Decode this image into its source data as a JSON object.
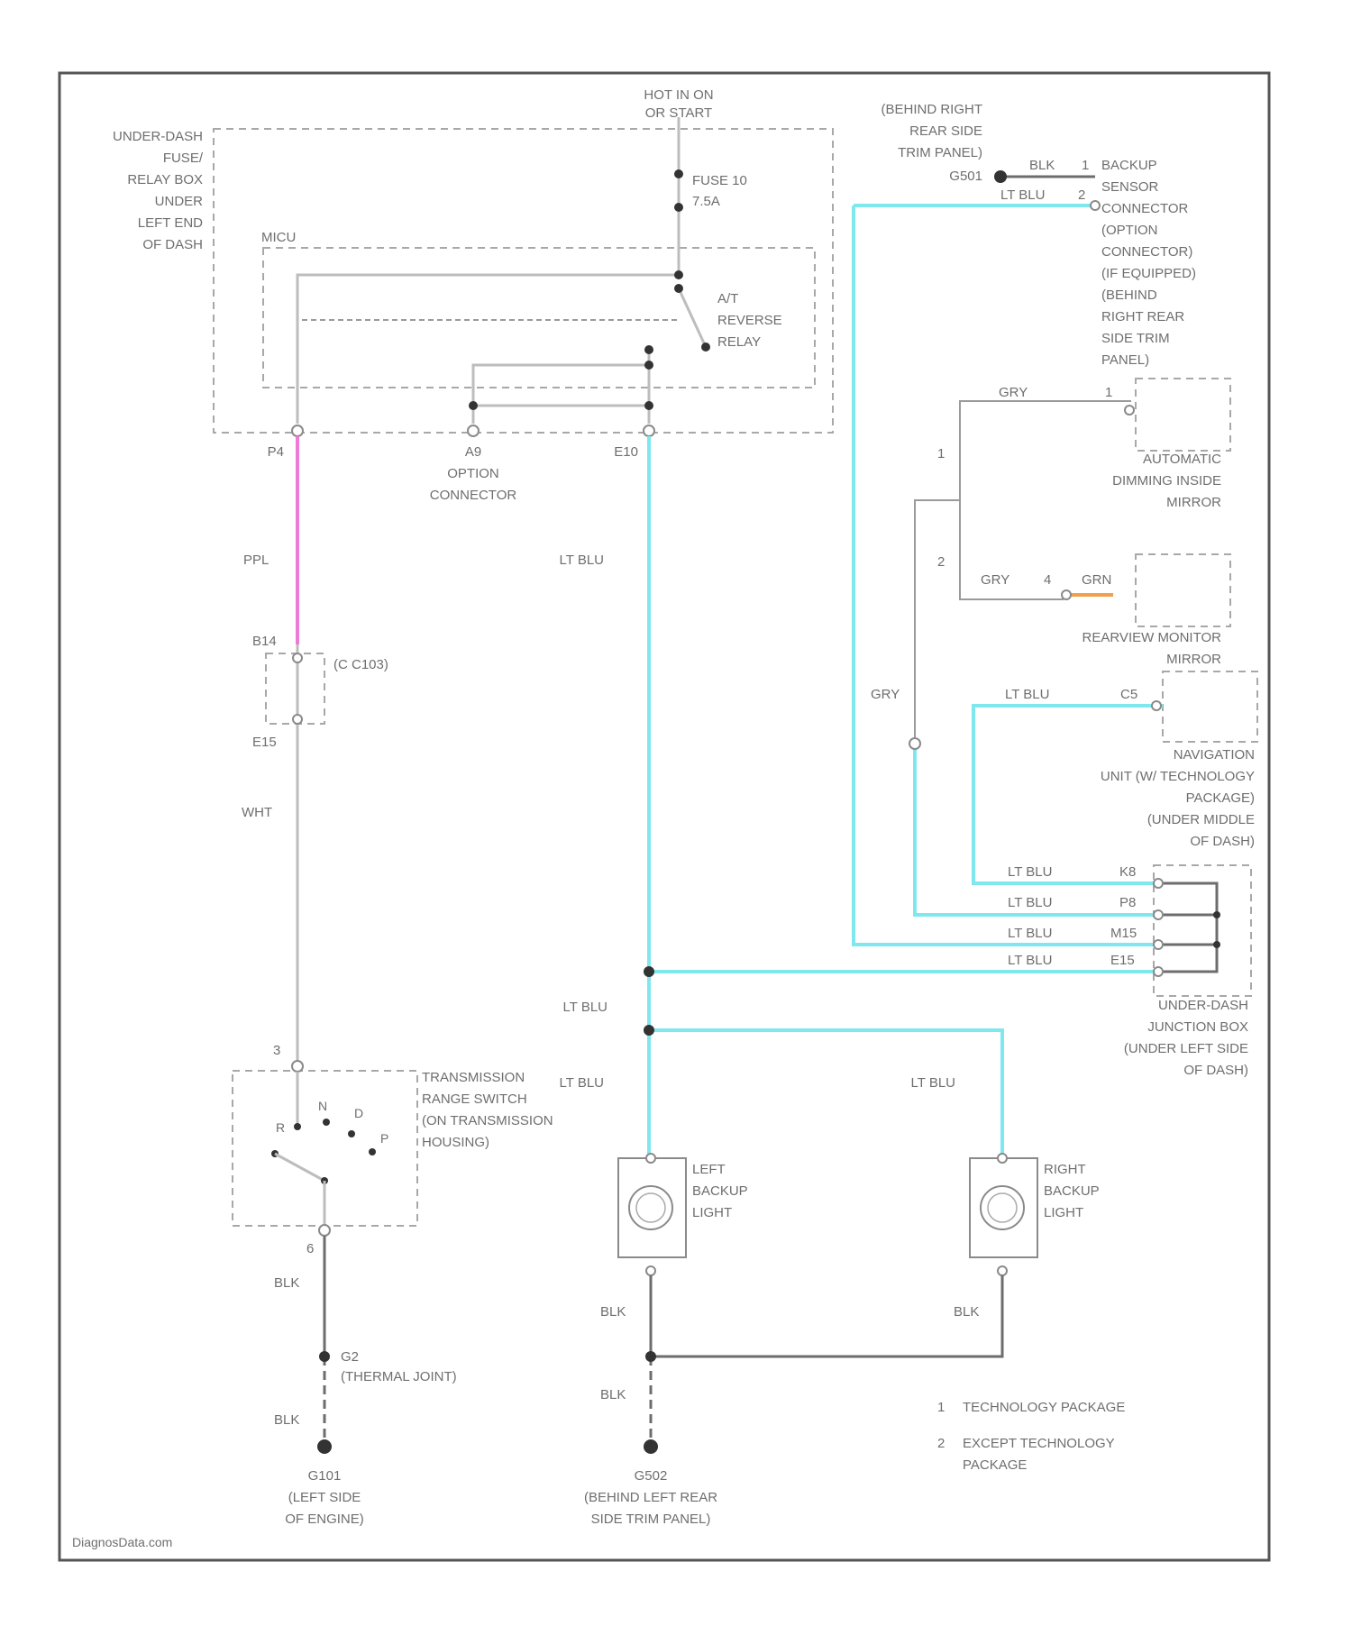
{
  "footer": "DiagnosData.com",
  "labels": {
    "hot": [
      "HOT IN ON",
      "OR START"
    ],
    "behind_right": [
      "(BEHIND RIGHT",
      "REAR SIDE",
      "TRIM PANEL)"
    ],
    "under_dash_fuse": [
      "UNDER-DASH",
      "FUSE/",
      "RELAY BOX",
      "UNDER",
      "LEFT END",
      "OF DASH"
    ],
    "mcu": "MICU",
    "fuse": [
      "FUSE 10",
      "7.5A"
    ],
    "relay": [
      "A/T",
      "REVERSE",
      "RELAY"
    ],
    "pin_p4": "P4",
    "pin_e10": "E10",
    "a9": [
      "A9",
      "OPTION",
      "CONNECTOR"
    ],
    "g501": "G501",
    "blk_top": "BLK",
    "backup_sensor": [
      "BACKUP",
      "SENSOR",
      "CONNECTOR",
      "(OPTION",
      "CONNECTOR)",
      "(IF EQUIPPED)",
      "(BEHIND",
      "RIGHT REAR",
      "SIDE TRIM",
      "PANEL)"
    ],
    "pin1": "1",
    "pin2": "2",
    "pin4": "4",
    "ltblu": "LT BLU",
    "grn": "GRN",
    "gry": "GRY",
    "aut_mirror": [
      "AUTOMATIC",
      "DIMMING INSIDE",
      "MIRROR"
    ],
    "rearview": [
      "REARVIEW MONITOR",
      "MIRROR"
    ],
    "c5": "C5",
    "nav": [
      "NAVIGATION",
      "UNIT (W/ TECHNOLOGY",
      "PACKAGE)",
      "(UNDER MIDDLE",
      "OF DASH)"
    ],
    "junction_pins": [
      "K8",
      "P8",
      "M15",
      "E15"
    ],
    "junction": [
      "UNDER-DASH",
      "JUNCTION BOX",
      "(UNDER LEFT SIDE",
      "OF DASH)"
    ],
    "ppl": "PPL",
    "b14": "B14",
    "e15": "E15",
    "c103": "(C C103)",
    "wht": "WHT",
    "pin3": "3",
    "trans": [
      "TRANSMISSION",
      "RANGE SWITCH",
      "(ON TRANSMISSION",
      "HOUSING)"
    ],
    "gears": [
      "R",
      "N",
      "D",
      "P"
    ],
    "pin6": "6",
    "blk": "BLK",
    "g2": "G2",
    "thermal": "(THERMAL JOINT)",
    "g101": [
      "G101",
      "(LEFT SIDE",
      "OF ENGINE)"
    ],
    "left_backup": [
      "LEFT",
      "BACKUP",
      "LIGHT"
    ],
    "right_backup": [
      "RIGHT",
      "BACKUP",
      "LIGHT"
    ],
    "g502": [
      "G502",
      "(BEHIND LEFT REAR",
      "SIDE TRIM PANEL)"
    ],
    "legend": [
      {
        "num": "1",
        "text": [
          "TECHNOLOGY PACKAGE"
        ]
      },
      {
        "num": "2",
        "text": [
          "EXCEPT TECHNOLOGY",
          "PACKAGE"
        ]
      }
    ]
  },
  "colors": {
    "lt_blu_wire": "#7ee8ee",
    "ppl_wire": "#f07ad8",
    "grn_wire": "#f0a24a",
    "frame": "#555555"
  }
}
